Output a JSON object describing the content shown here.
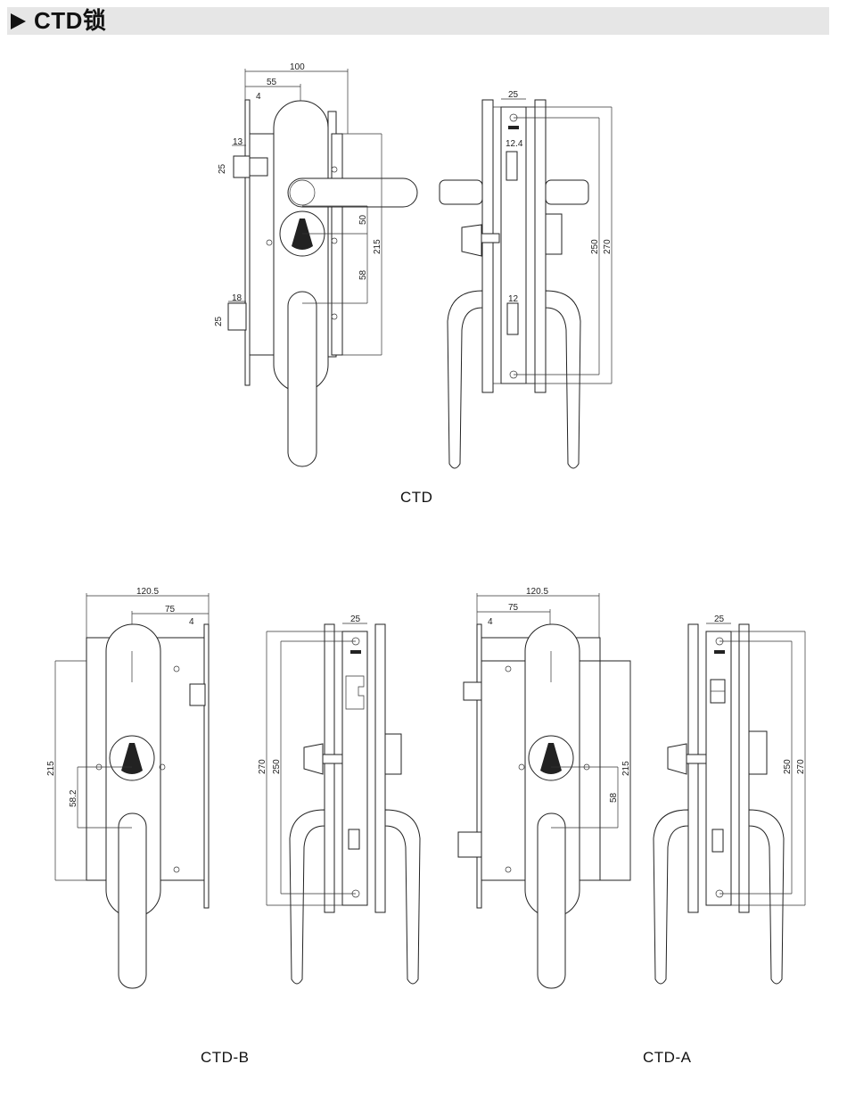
{
  "header": {
    "title": "CTD锁"
  },
  "captions": {
    "top": "CTD",
    "bottom_left": "CTD-B",
    "bottom_right": "CTD-A"
  },
  "dims": {
    "d100": "100",
    "d55": "55",
    "d4": "4",
    "d13": "13",
    "d25": "25",
    "d50": "50",
    "d215": "215",
    "d58": "58",
    "d18": "18",
    "d124": "12.4",
    "d12": "12",
    "d250": "250",
    "d270": "270",
    "d1205": "120.5",
    "d75": "75",
    "d582": "58.2"
  }
}
